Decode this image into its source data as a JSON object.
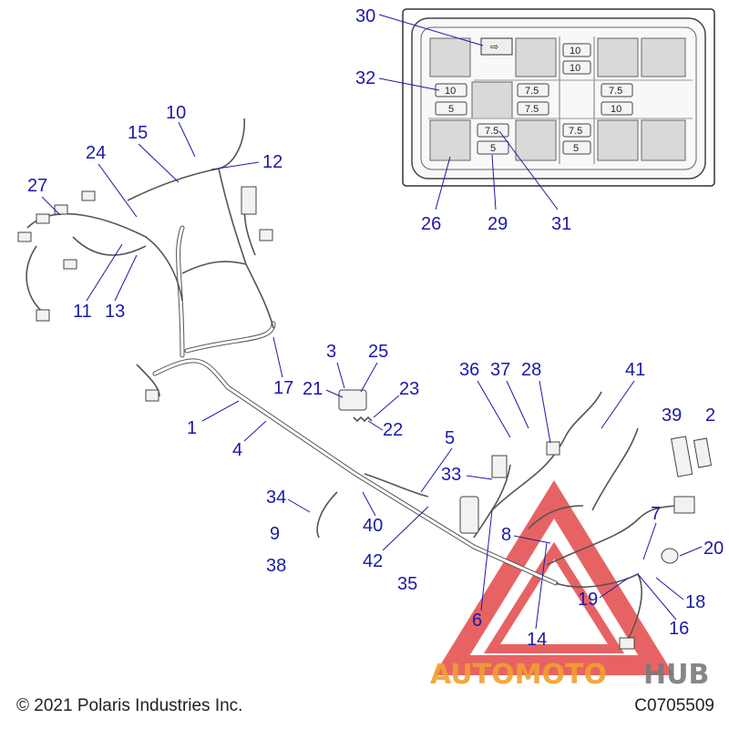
{
  "copyright": "© 2021 Polaris Industries Inc.",
  "figure_code": "C0705509",
  "watermark": {
    "text_a": "AUTOMOTO",
    "text_b": "HUB",
    "color_a": "#f0a030",
    "color_b": "#7a7a7a",
    "triangle_color": "#e03030"
  },
  "fuse_box": {
    "fuses": [
      {
        "id": "f1",
        "rating": "10"
      },
      {
        "id": "f2",
        "rating": "10"
      },
      {
        "id": "f3",
        "rating": "10"
      },
      {
        "id": "f4",
        "rating": "5"
      },
      {
        "id": "f5",
        "rating": "7.5"
      },
      {
        "id": "f6",
        "rating": "7.5"
      },
      {
        "id": "f7",
        "rating": "7.5"
      },
      {
        "id": "f8",
        "rating": "10"
      },
      {
        "id": "f9",
        "rating": "7.5"
      },
      {
        "id": "f10",
        "rating": "5"
      },
      {
        "id": "f11",
        "rating": "7.5"
      },
      {
        "id": "f12",
        "rating": "5"
      }
    ]
  },
  "callouts": [
    {
      "id": "c30",
      "label": "30"
    },
    {
      "id": "c32",
      "label": "32"
    },
    {
      "id": "c26",
      "label": "26"
    },
    {
      "id": "c29",
      "label": "29"
    },
    {
      "id": "c31",
      "label": "31"
    },
    {
      "id": "c10",
      "label": "10"
    },
    {
      "id": "c15",
      "label": "15"
    },
    {
      "id": "c24",
      "label": "24"
    },
    {
      "id": "c12",
      "label": "12"
    },
    {
      "id": "c27",
      "label": "27"
    },
    {
      "id": "c11",
      "label": "11"
    },
    {
      "id": "c13",
      "label": "13"
    },
    {
      "id": "c17",
      "label": "17"
    },
    {
      "id": "c1",
      "label": "1"
    },
    {
      "id": "c4",
      "label": "4"
    },
    {
      "id": "c3",
      "label": "3"
    },
    {
      "id": "c25",
      "label": "25"
    },
    {
      "id": "c21",
      "label": "21"
    },
    {
      "id": "c23",
      "label": "23"
    },
    {
      "id": "c22",
      "label": "22"
    },
    {
      "id": "c36",
      "label": "36"
    },
    {
      "id": "c37",
      "label": "37"
    },
    {
      "id": "c28",
      "label": "28"
    },
    {
      "id": "c41",
      "label": "41"
    },
    {
      "id": "c39",
      "label": "39"
    },
    {
      "id": "c2",
      "label": "2"
    },
    {
      "id": "c5",
      "label": "5"
    },
    {
      "id": "c33",
      "label": "33"
    },
    {
      "id": "c34",
      "label": "34"
    },
    {
      "id": "c9",
      "label": "9"
    },
    {
      "id": "c38",
      "label": "38"
    },
    {
      "id": "c40",
      "label": "40"
    },
    {
      "id": "c42",
      "label": "42"
    },
    {
      "id": "c35",
      "label": "35"
    },
    {
      "id": "c8",
      "label": "8"
    },
    {
      "id": "c7",
      "label": "7"
    },
    {
      "id": "c20",
      "label": "20"
    },
    {
      "id": "c19",
      "label": "19"
    },
    {
      "id": "c18",
      "label": "18"
    },
    {
      "id": "c16",
      "label": "16"
    },
    {
      "id": "c6",
      "label": "6"
    },
    {
      "id": "c14",
      "label": "14"
    }
  ]
}
